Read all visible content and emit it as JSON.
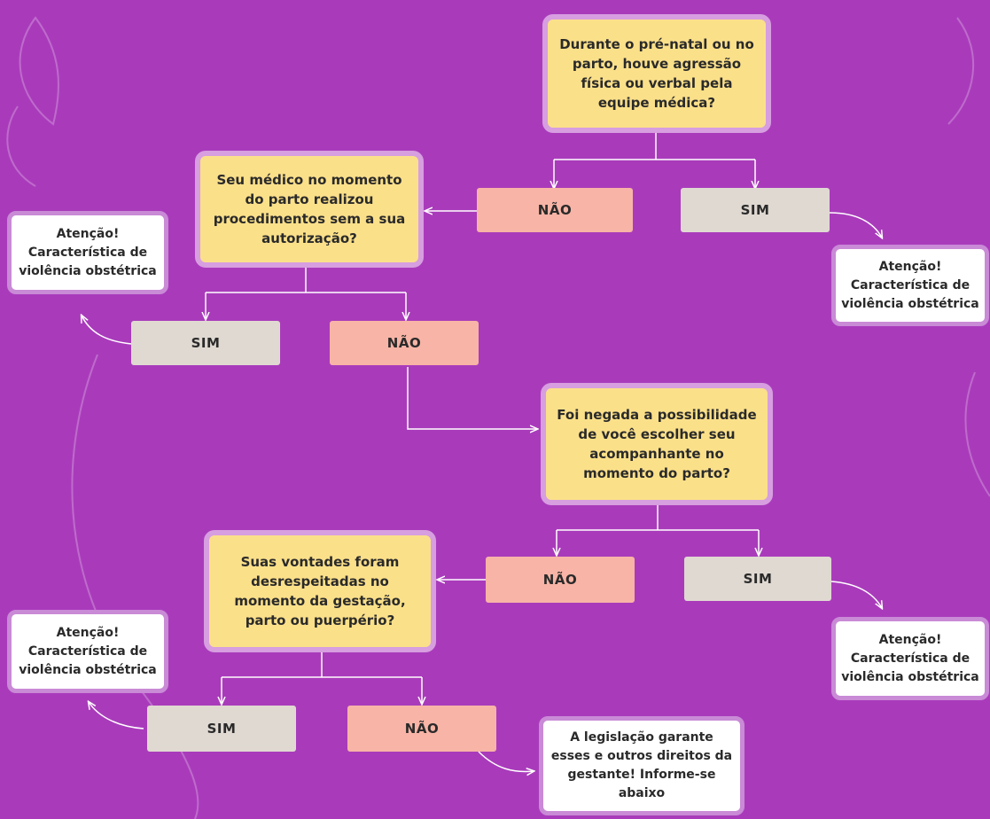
{
  "nodes": {
    "q1": "Durante o pré-natal ou no parto, houve agressão física ou verbal pela equipe médica?",
    "q1_no": "NÃO",
    "q1_yes": "SIM",
    "alert1": "Atenção! Característica de violência obstétrica",
    "q2": "Seu médico no momento do parto realizou procedimentos sem a sua autorização?",
    "q2_yes": "SIM",
    "q2_no": "NÃO",
    "alert2": "Atenção! Característica de violência obstétrica",
    "q3": "Foi negada a possibilidade de você escolher seu acompanhante no momento do parto?",
    "q3_no": "NÃO",
    "q3_yes": "SIM",
    "alert3": "Atenção! Característica de violência obstétrica",
    "q4": "Suas vontades foram desrespeitadas no momento da gestação, parto ou puerpério?",
    "q4_yes": "SIM",
    "q4_no": "NÃO",
    "alert4": "Atenção! Característica de violência obstétrica",
    "final": "A legislação garante esses e outros direitos da gestante! Informe-se abaixo"
  },
  "colors": {
    "background": "#a93bbb",
    "question_fill": "#fbe08a",
    "question_border": "#d79ee0",
    "no_fill": "#f8b4a6",
    "yes_fill": "#e0d9d2",
    "alert_fill": "#ffffff",
    "connector": "#ffffff"
  }
}
